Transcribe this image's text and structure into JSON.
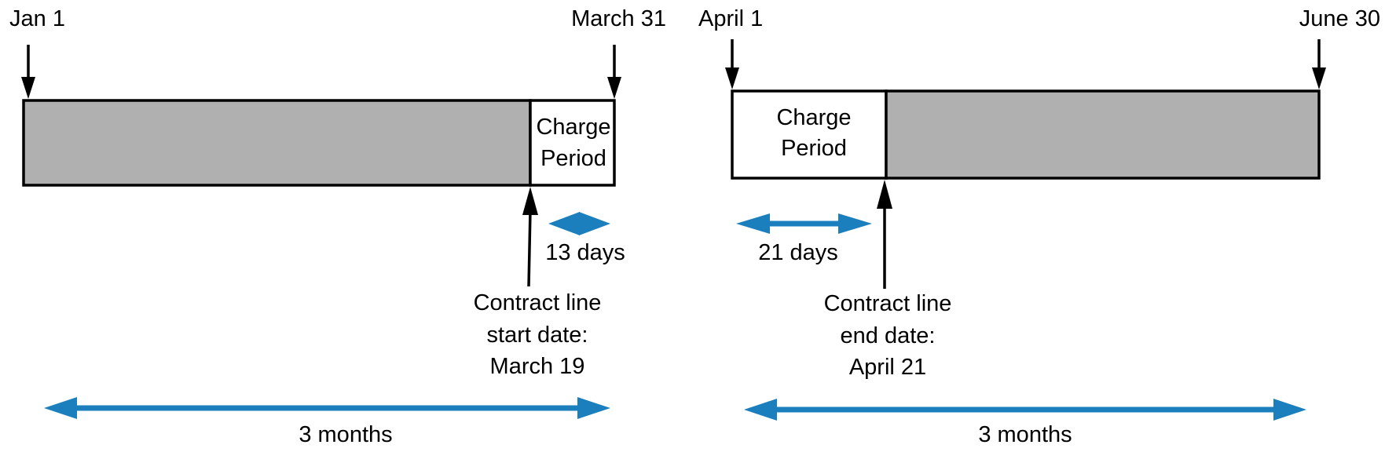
{
  "colors": {
    "shaded_block": "#b0b0b0",
    "box_border": "#000000",
    "pointer_arrow": "#000000",
    "span_arrow": "#1b7fbd"
  },
  "left_panel": {
    "start_label": "Jan 1",
    "end_label": "March 31",
    "charge_period_line1": "Charge",
    "charge_period_line2": "Period",
    "charge_days_label": "13 days",
    "contract_line1": "Contract line",
    "contract_line2": "start date:",
    "contract_line3": "March 19",
    "span_label": "3 months"
  },
  "right_panel": {
    "start_label": "April 1",
    "end_label": "June 30",
    "charge_period_line1": "Charge",
    "charge_period_line2": "Period",
    "charge_days_label": "21 days",
    "contract_line1": "Contract line",
    "contract_line2": "end date:",
    "contract_line3": "April 21",
    "span_label": "3 months"
  }
}
